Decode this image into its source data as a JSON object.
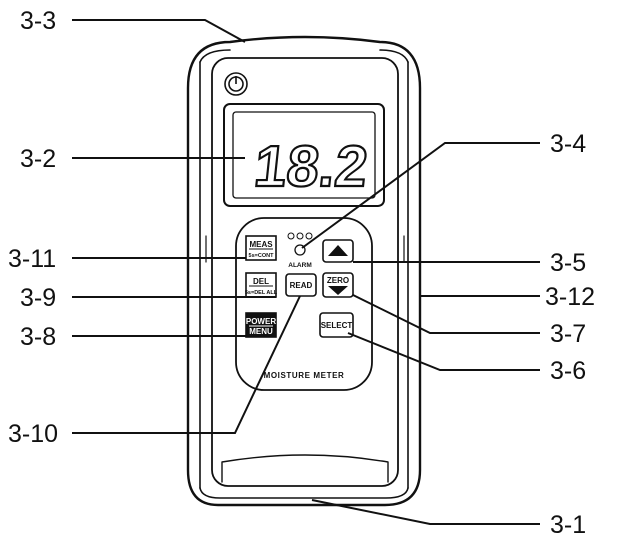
{
  "display": {
    "reading": "18.2"
  },
  "device": {
    "alarm_label": "ALARM",
    "product_label": "MOISTURE METER"
  },
  "buttons": {
    "meas": {
      "top": "MEAS",
      "bottom": "5s=CONT"
    },
    "del": {
      "top": "DEL",
      "bottom": "5s=DEL ALL"
    },
    "read": {
      "label": "READ"
    },
    "zero": {
      "label": "ZERO"
    },
    "power": {
      "top": "POWER",
      "bottom": "MENU"
    },
    "select": {
      "label": "SELECT"
    }
  },
  "callouts": [
    {
      "id": "c33",
      "label": "3-3"
    },
    {
      "id": "c32",
      "label": "3-2"
    },
    {
      "id": "c311",
      "label": "3-11"
    },
    {
      "id": "c39",
      "label": "3-9"
    },
    {
      "id": "c38",
      "label": "3-8"
    },
    {
      "id": "c310",
      "label": "3-10"
    },
    {
      "id": "c34",
      "label": "3-4"
    },
    {
      "id": "c35",
      "label": "3-5"
    },
    {
      "id": "c312",
      "label": "3-12"
    },
    {
      "id": "c37",
      "label": "3-7"
    },
    {
      "id": "c36",
      "label": "3-6"
    },
    {
      "id": "c31",
      "label": "3-1"
    }
  ]
}
